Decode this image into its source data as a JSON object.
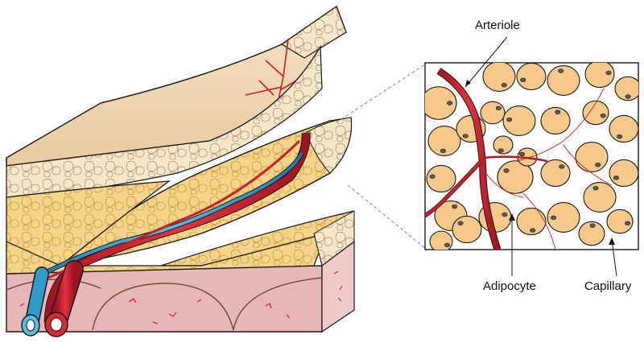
{
  "labels": {
    "arteriole": "Arteriole",
    "adipocyte": "Adipocyte",
    "capillary": "Capillary"
  },
  "colors": {
    "fat": "#f4d38a",
    "fat_dark": "#e2b55a",
    "cell_fill": "#f6c98a",
    "cell_nucleus": "#5a5a5a",
    "muscle": "#e7b7b7",
    "artery": "#c8202b",
    "vein": "#2f9bc9",
    "skin": "#f1d9b8",
    "outline": "#1a1a1a"
  }
}
